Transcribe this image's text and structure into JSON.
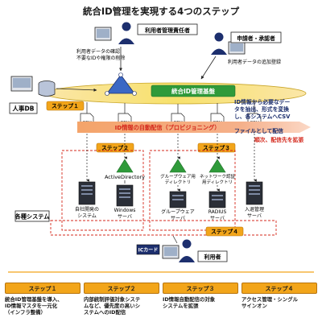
{
  "title": "統合ID管理を実現する4つのステップ",
  "actors": {
    "admin": "利用者管理責任者",
    "requester": "申請者・承認者",
    "user": "利用者"
  },
  "notes": {
    "admin_line1": "利用者データの確認",
    "admin_line2": "不要なIDや権限の削除",
    "requester": "利用者データの追加登録",
    "hr_db": "人事DB",
    "platform": "統合ID管理基盤",
    "provision": "ID情報の自動配信（プロビジョニング）",
    "right_note_line1": "ID情報から必要なデー",
    "right_note_line2": "タを抽出、形式を変換",
    "right_note_line3": "し、各システムへCSV",
    "right_note_line4": "ファイルとして配信",
    "expand": "順次、配信先を拡張",
    "csv": "CSV",
    "systems_label": "各種システム",
    "ic_card": "ICカード"
  },
  "steps_tags": {
    "s1": "ステップ１",
    "s2": "ステップ２",
    "s3": "ステップ３",
    "s4": "ステップ４"
  },
  "servers": {
    "in_house": [
      "自社開発の",
      "システム"
    ],
    "ad": "ActiveDirectory",
    "windows": [
      "Windows",
      "サーバ"
    ],
    "groupware_dir": [
      "グループウェア用",
      "ディレクトリ"
    ],
    "groupware": [
      "グループウェア",
      "サーバ"
    ],
    "network_dir": [
      "ネットワーク認証",
      "用ディレクトリ"
    ],
    "radius": [
      "RADIUS",
      "サーバ"
    ],
    "entry": [
      "入退管理",
      "サーバ"
    ]
  },
  "legend": [
    {
      "title": "ステップ１",
      "lines": [
        "統合ID管理基盤を導入、",
        "ID情報マスタを一元化",
        "（インフラ整備）"
      ]
    },
    {
      "title": "ステップ２",
      "lines": [
        "内部統制評価対象システ",
        "ムなど、優先度の高いシ",
        "ステムへのID配信"
      ]
    },
    {
      "title": "ステップ３",
      "lines": [
        "ID情報自動配信の対象",
        "システムを拡張"
      ]
    },
    {
      "title": "ステップ４",
      "lines": [
        "アクセス管理・シングル",
        "サインオン"
      ]
    }
  ],
  "colors": {
    "accent_orange": "#f2a51a",
    "band_yellow": "#f7e16b",
    "pink_band": "#f5a07a",
    "red_text": "#d4281c",
    "navy": "#1d2f6e",
    "green": "#2f9a3a"
  }
}
